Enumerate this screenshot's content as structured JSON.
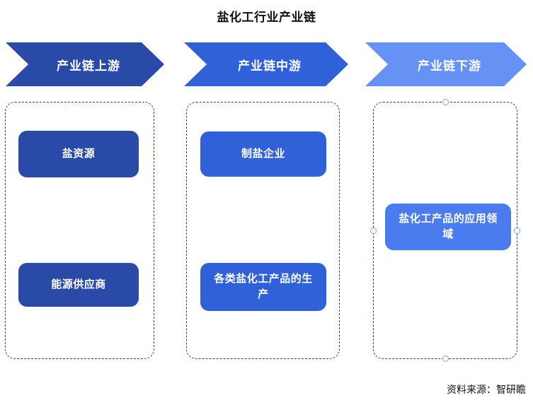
{
  "page_title": "盐化工行业产业链",
  "colors": {
    "upstream": "#2a4aa8",
    "midstream": "#3061d8",
    "downstream": "#6691f5",
    "dashed_border": "#2a3a8c",
    "handle_border": "#7aa7ef",
    "background": "#ffffff",
    "title_text": "#111111"
  },
  "stages": [
    {
      "key": "upstream",
      "banner_label": "产业链上游",
      "nodes": [
        {
          "label": "盐资源"
        },
        {
          "label": "能源供应商"
        }
      ]
    },
    {
      "key": "midstream",
      "banner_label": "产业链中游",
      "nodes": [
        {
          "label": "制盐企业"
        },
        {
          "label": "各类盐化工产品的生产"
        }
      ]
    },
    {
      "key": "downstream",
      "banner_label": "产业链下游",
      "nodes": [
        {
          "label": "盐化工产品的应用领域"
        }
      ]
    }
  ],
  "source_note": "资料来源：智研瞻"
}
